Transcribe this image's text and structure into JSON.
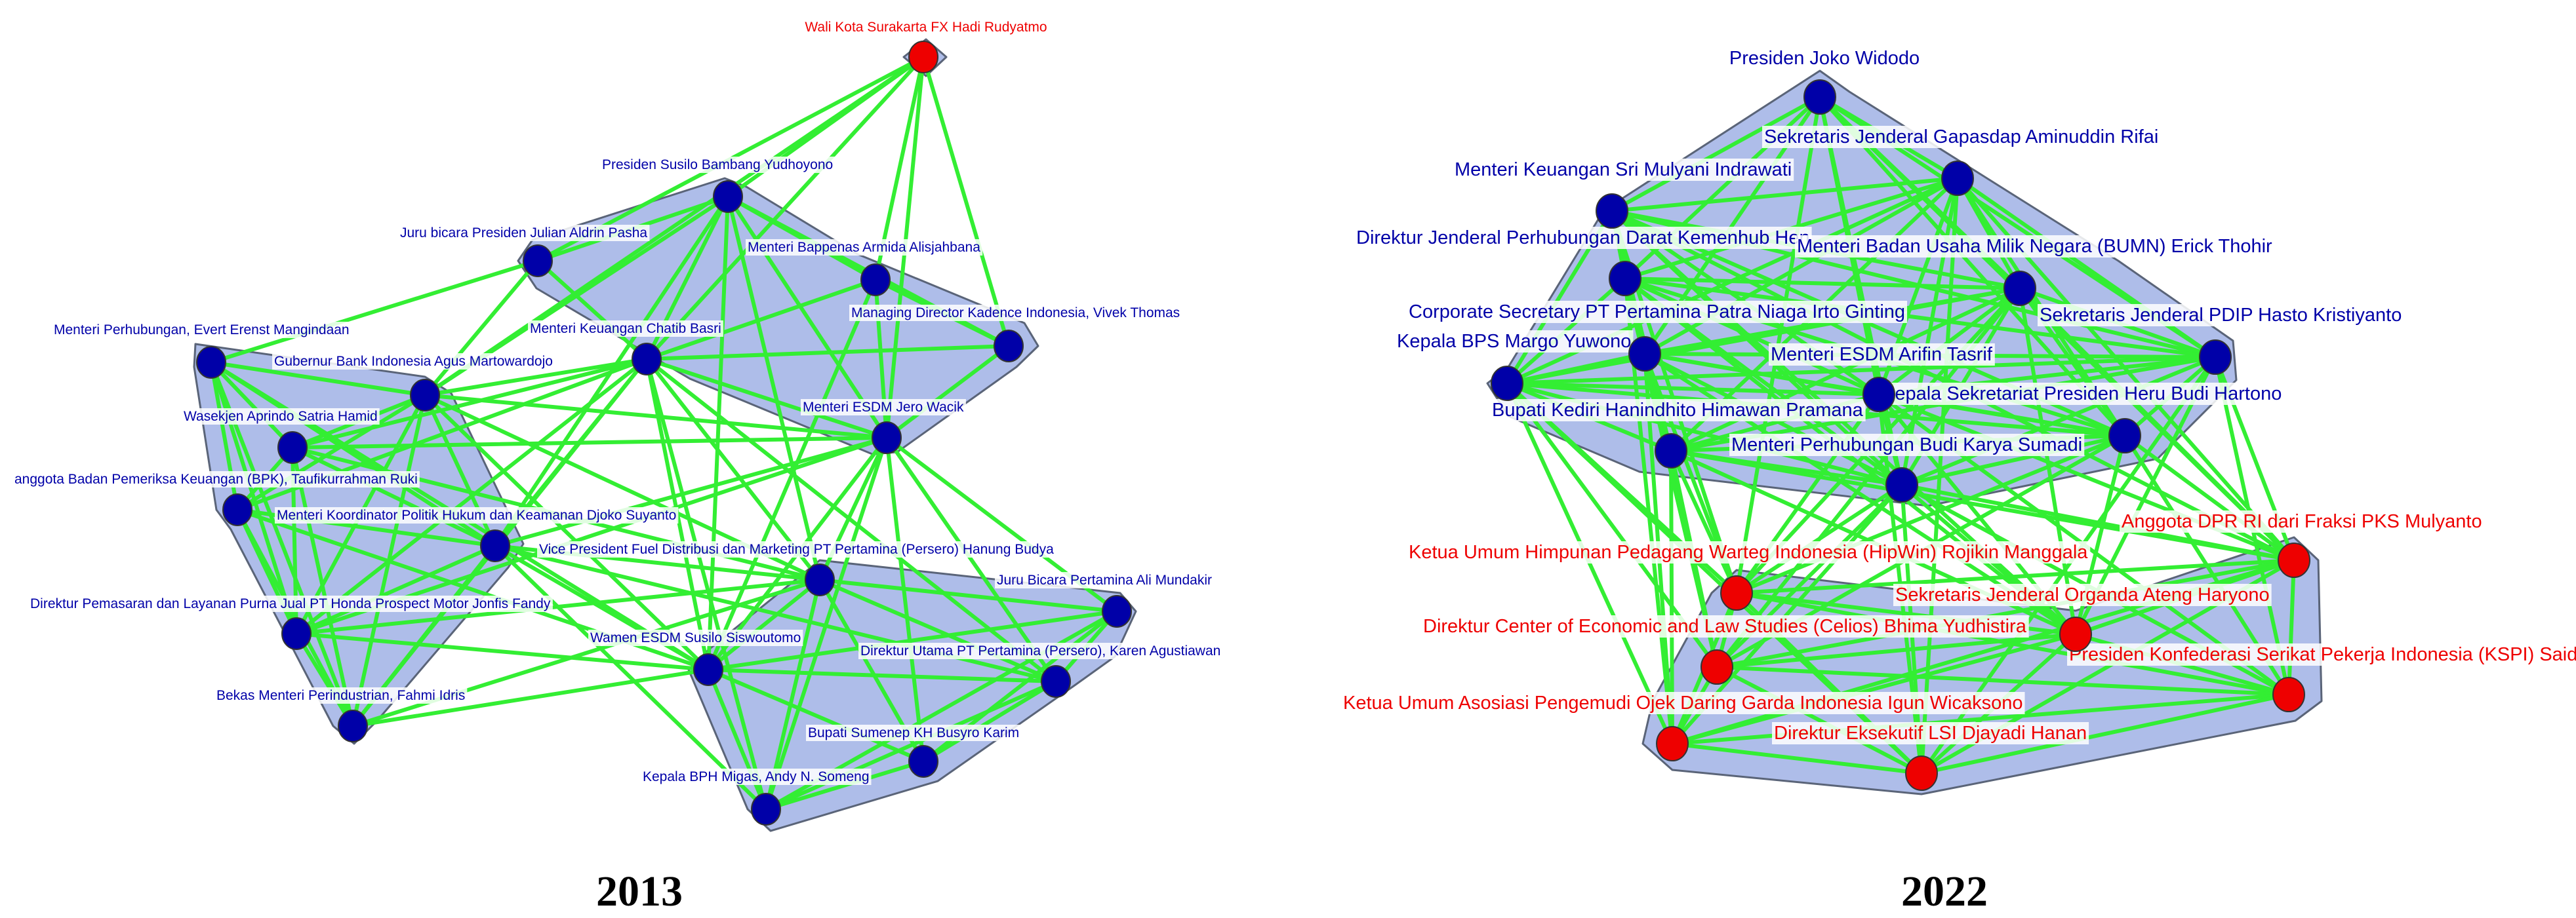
{
  "colors": {
    "edge": "#33ee33",
    "hull_fill": "#aebde9",
    "hull_stroke": "#5a6478",
    "government": "#0000a8",
    "external": "#ee0000",
    "node_stroke": "#333333"
  },
  "panels": [
    {
      "id": "2013",
      "title": "2013",
      "nodes": [
        {
          "id": "walikota",
          "label": "Wali Kota Surakarta FX Hadi Rudyatmo",
          "group": "external"
        },
        {
          "id": "sby",
          "label": "Presiden Susilo Bambang Yudhoyono",
          "group": "government"
        },
        {
          "id": "julian",
          "label": "Juru bicara Presiden Julian Aldrin Pasha",
          "group": "government"
        },
        {
          "id": "armida",
          "label": "Menteri Bappenas Armida Alisjahbana",
          "group": "government"
        },
        {
          "id": "vivek",
          "label": "Managing Director Kadence Indonesia, Vivek Thomas",
          "group": "government"
        },
        {
          "id": "evert",
          "label": "Menteri Perhubungan, Evert Erenst Mangindaan",
          "group": "government"
        },
        {
          "id": "chatib",
          "label": "Menteri Keuangan Chatib Basri",
          "group": "government"
        },
        {
          "id": "agus",
          "label": "Gubernur Bank Indonesia Agus Martowardojo",
          "group": "government"
        },
        {
          "id": "jero",
          "label": "Menteri ESDM Jero Wacik",
          "group": "government"
        },
        {
          "id": "satria",
          "label": "Wasekjen Aprindo Satria Hamid",
          "group": "government"
        },
        {
          "id": "ruki",
          "label": "anggota Badan Pemeriksa Keuangan (BPK), Taufikurrahman Ruki",
          "group": "government"
        },
        {
          "id": "djoko",
          "label": "Menteri Koordinator Politik Hukum dan Keamanan Djoko Suyanto",
          "group": "government"
        },
        {
          "id": "hanung",
          "label": "Vice President Fuel Distribusi dan Marketing PT Pertamina (Persero) Hanung Budya",
          "group": "government"
        },
        {
          "id": "ali",
          "label": "Juru Bicara Pertamina Ali Mundakir",
          "group": "government"
        },
        {
          "id": "jonfis",
          "label": "Direktur Pemasaran dan Layanan Purna Jual PT Honda Prospect Motor Jonfis Fandy",
          "group": "government"
        },
        {
          "id": "susilo",
          "label": "Wamen ESDM Susilo Siswoutomo",
          "group": "government"
        },
        {
          "id": "karen",
          "label": "Direktur Utama PT Pertamina (Persero), Karen Agustiawan",
          "group": "government"
        },
        {
          "id": "fahmi",
          "label": "Bekas Menteri Perindustrian, Fahmi Idris",
          "group": "government"
        },
        {
          "id": "busyro",
          "label": "Bupati Sumenep KH Busyro Karim",
          "group": "government"
        },
        {
          "id": "andy",
          "label": "Kepala BPH Migas, Andy N. Someng",
          "group": "government"
        }
      ]
    },
    {
      "id": "2022",
      "title": "2022",
      "nodes": [
        {
          "id": "jokowi",
          "label": "Presiden Joko Widodo",
          "group": "government"
        },
        {
          "id": "aminuddin",
          "label": "Sekretaris Jenderal Gapasdap Aminuddin Rifai",
          "group": "government"
        },
        {
          "id": "sri",
          "label": "Menteri Keuangan Sri Mulyani Indrawati",
          "group": "government"
        },
        {
          "id": "hen",
          "label": "Direktur Jenderal Perhubungan Darat Kemenhub Hen",
          "group": "government"
        },
        {
          "id": "erick",
          "label": "Menteri Badan Usaha Milik Negara (BUMN) Erick Thohir",
          "group": "government"
        },
        {
          "id": "irto",
          "label": "Corporate Secretary PT Pertamina Patra Niaga Irto Ginting",
          "group": "government"
        },
        {
          "id": "hasto",
          "label": "Sekretaris Jenderal PDIP Hasto Kristiyanto",
          "group": "government"
        },
        {
          "id": "margo",
          "label": "Kepala BPS Margo Yuwono",
          "group": "government"
        },
        {
          "id": "arifin",
          "label": "Menteri ESDM Arifin Tasrif",
          "group": "government"
        },
        {
          "id": "heru",
          "label": "Kepala Sekretariat Presiden Heru Budi Hartono",
          "group": "government"
        },
        {
          "id": "hanindhito",
          "label": "Bupati Kediri Hanindhito Himawan Pramana",
          "group": "government"
        },
        {
          "id": "budi",
          "label": "Menteri Perhubungan Budi Karya Sumadi",
          "group": "government"
        },
        {
          "id": "mulyanto",
          "label": "Anggota DPR RI dari Fraksi PKS Mulyanto",
          "group": "external"
        },
        {
          "id": "rojikin",
          "label": "Ketua Umum Himpunan Pedagang Warteg Indonesia (HipWin) Rojikin Manggala",
          "group": "external"
        },
        {
          "id": "ateng",
          "label": "Sekretaris Jenderal Organda Ateng Haryono",
          "group": "external"
        },
        {
          "id": "bhima",
          "label": "Direktur Center of Economic and Law Studies (Celios) Bhima Yudhistira",
          "group": "external"
        },
        {
          "id": "said",
          "label": "Presiden Konfederasi Serikat Pekerja Indonesia (KSPI) Said Iqbal",
          "group": "external"
        },
        {
          "id": "igun",
          "label": "Ketua Umum Asosiasi Pengemudi Ojek Daring Garda Indonesia Igun Wicaksono",
          "group": "external"
        },
        {
          "id": "djayadi",
          "label": "Direktur Eksekutif LSI Djayadi Hanan",
          "group": "external"
        }
      ]
    }
  ]
}
